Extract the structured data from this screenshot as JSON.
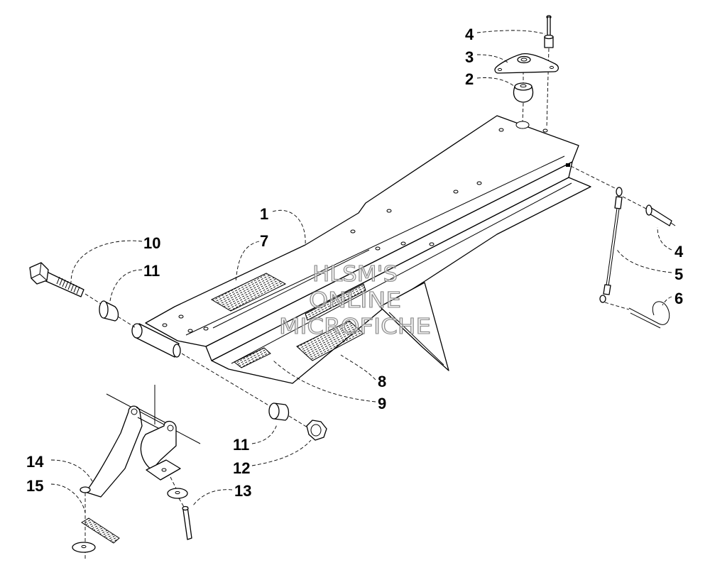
{
  "diagram": {
    "callouts": [
      "4",
      "3",
      "2",
      "1",
      "7",
      "10",
      "11",
      "4",
      "5",
      "6",
      "8",
      "9",
      "11",
      "12",
      "13",
      "14",
      "15"
    ]
  },
  "watermark": {
    "lines": [
      "HLSM'S",
      "ONLINE",
      "MICROFICHE"
    ]
  }
}
